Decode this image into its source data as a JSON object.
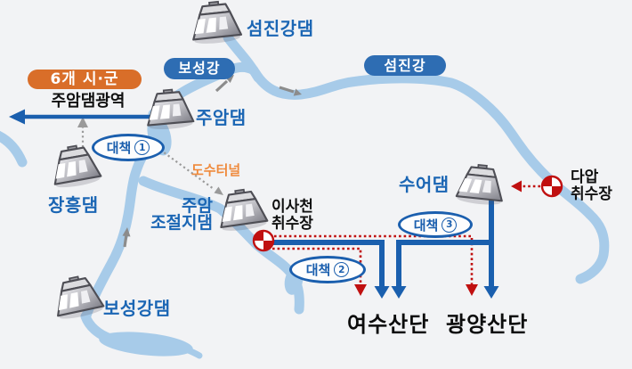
{
  "legend": {
    "region_label": "6개 시·군",
    "supply_label": "주암댐광역"
  },
  "river_pills": {
    "boseong": "보성강",
    "seomjin": "섬진강"
  },
  "dams": {
    "seomjingang": {
      "label": "섬진강댐"
    },
    "juam": {
      "label": "주암댐"
    },
    "jangheung": {
      "label": "장흥댐"
    },
    "juam_regulating": {
      "label_line1": "주암",
      "label_line2": "조절지댐"
    },
    "boseonggang": {
      "label": "보성강댐"
    },
    "sueo": {
      "label": "수어댐"
    }
  },
  "intakes": {
    "isacheon": {
      "label_line1": "이사천",
      "label_line2": "취수장"
    },
    "daap": {
      "label_line1": "다압",
      "label_line2": "취수장"
    }
  },
  "measures": {
    "m1": {
      "label": "대책",
      "num": "1"
    },
    "m2": {
      "label": "대책",
      "num": "2"
    },
    "m3": {
      "label": "대책",
      "num": "3"
    }
  },
  "tunnel_label": "도수터널",
  "destinations": {
    "yeosu": "여수산단",
    "gwangyang": "광양산단"
  },
  "colors": {
    "pipe_blue": "#1a5fae",
    "label_blue": "#1b66b4",
    "pill_blue": "#2e6db3",
    "river_blue": "#a7cbe9",
    "orange_box": "#d96e29",
    "orange_text": "#ef8a3c",
    "red": "#c01010",
    "gray_arrow": "#8c8c8c",
    "background": "#f2f3f5"
  }
}
